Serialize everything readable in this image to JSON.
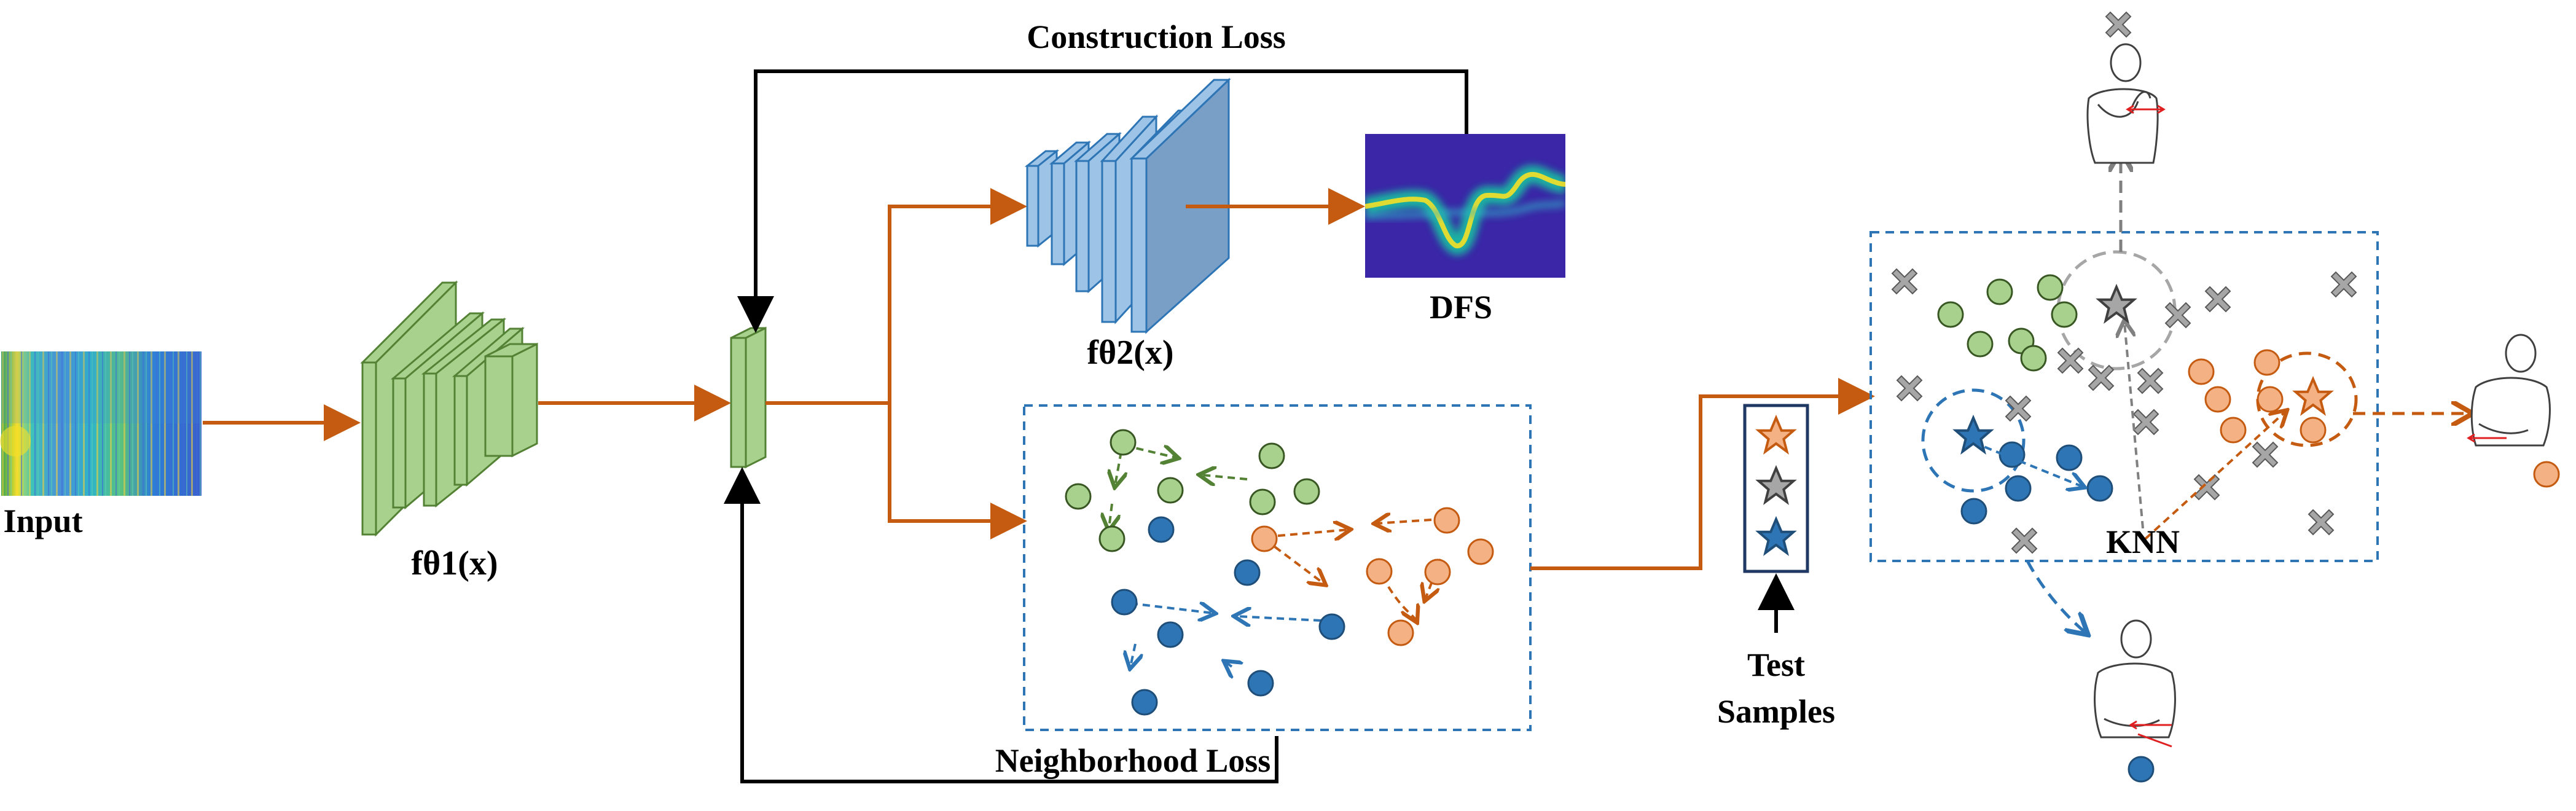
{
  "labels": {
    "input": "Input",
    "f_theta1": "fθ1(x)",
    "f_theta2": "fθ2(x)",
    "construction_loss": "Construction Loss",
    "dfs": "DFS",
    "neighborhood_loss": "Neighborhood Loss",
    "test_samples_line1": "Test",
    "test_samples_line2": "Samples",
    "knn": "KNN"
  },
  "colors": {
    "arrow": "#c55a11",
    "loss_line": "#000000",
    "dashed_box": "#2e75b6",
    "green_cube": "#a9d18e",
    "green_cube_edge": "#548235",
    "blue_cube": "#9dc3e6",
    "blue_cube_edge": "#2e75b6",
    "class_green": "#a9d18e",
    "class_green_edge": "#385723",
    "class_blue": "#2e75b6",
    "class_blue_edge": "#1f4e79",
    "class_orange": "#f4b183",
    "class_orange_edge": "#c55a11",
    "class_grey": "#a6a6a6"
  },
  "icons": [
    "star-icon",
    "cross-icon",
    "person-gesture-icon",
    "heatmap-image",
    "dfs-image"
  ]
}
